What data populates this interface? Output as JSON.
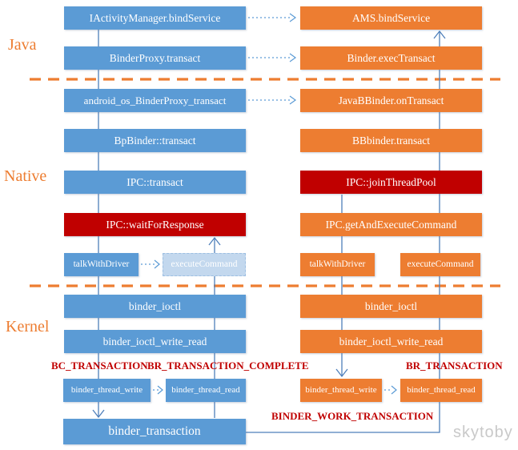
{
  "layers": [
    {
      "label": "Java"
    },
    {
      "label": "Native"
    },
    {
      "label": "Kernel"
    }
  ],
  "client": {
    "bind_service": "IActivityManager.bindService",
    "binder_proxy_transact": "BinderProxy.transact",
    "android_os_binder_proxy_transact": "android_os_BinderProxy_transact",
    "bp_binder_transact": "BpBinder::transact",
    "ipc_transact": "IPC::transact",
    "ipc_wait_for_response": "IPC::waitForResponse",
    "talk_with_driver": "talkWithDriver",
    "execute_command": "executeCommand",
    "binder_ioctl": "binder_ioctl",
    "binder_ioctl_write_read": "binder_ioctl_write_read",
    "binder_thread_write": "binder_thread_write",
    "binder_thread_read": "binder_thread_read",
    "binder_transaction": "binder_transaction"
  },
  "server": {
    "ams_bind_service": "AMS.bindService",
    "binder_exec_transact": "Binder.execTransact",
    "java_bbinder_on_transact": "JavaBBinder.onTransact",
    "bbinder_transact": "BBbinder.transact",
    "ipc_join_thread_pool": "IPC::joinThreadPool",
    "ipc_get_and_execute_command": "IPC.getAndExecuteCommand",
    "talk_with_driver": "talkWithDriver",
    "execute_command": "executeCommand",
    "binder_ioctl": "binder_ioctl",
    "binder_ioctl_write_read": "binder_ioctl_write_read",
    "binder_thread_write": "binder_thread_write",
    "binder_thread_read": "binder_thread_read"
  },
  "annotations": {
    "bc_transaction": "BC_TRANSACTION",
    "br_transaction_complete": "BR_TRANSACTION_COMPLETE",
    "br_transaction": "BR_TRANSACTION",
    "binder_work_transaction": "BINDER_WORK_TRANSACTION"
  },
  "watermark": "skytoby",
  "colors": {
    "client_box": "#5b9bd5",
    "server_box": "#ed7d31",
    "blocking_box": "#c00000",
    "faded_box": "#c3d8ee",
    "layer_label": "#ed7d31",
    "separator_line": "#ed7d31",
    "flow_line": "#4e7fba",
    "dotted_arrow": "#5b9bd5",
    "annotation_text": "#c00000",
    "watermark_text": "#c9c9c9"
  }
}
